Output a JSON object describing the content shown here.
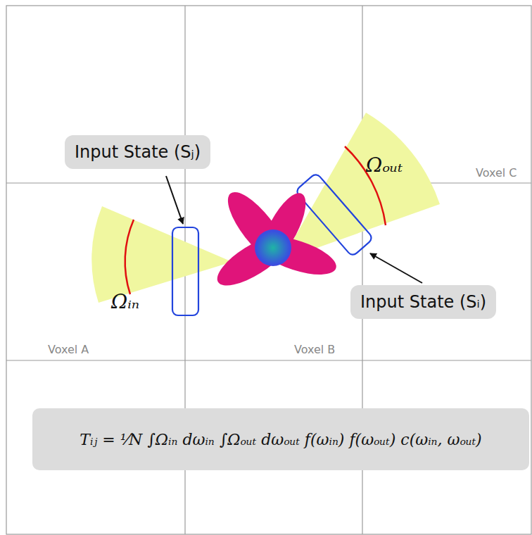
{
  "diagram": {
    "nodes": [
      {
        "text": [
          "Input State (Sⱼ)"
        ]
      },
      {
        "text": [
          "Input State (Sᵢ)"
        ]
      },
      {
        "text": [
          "Tᵢⱼ = ¹⁄N ∫Ωᵢₙ dωᵢₙ ∫Ωₒᵤₜ dωₒᵤₜ f(ωᵢₙ) f(ωₒᵤₜ) c(ωᵢₙ, ωₒᵤₜ)"
        ]
      }
    ],
    "labels": [
      "Ωᵢₙ",
      "Ωₒᵤₜ",
      "Voxel A",
      "Voxel B",
      "Voxel C"
    ]
  }
}
